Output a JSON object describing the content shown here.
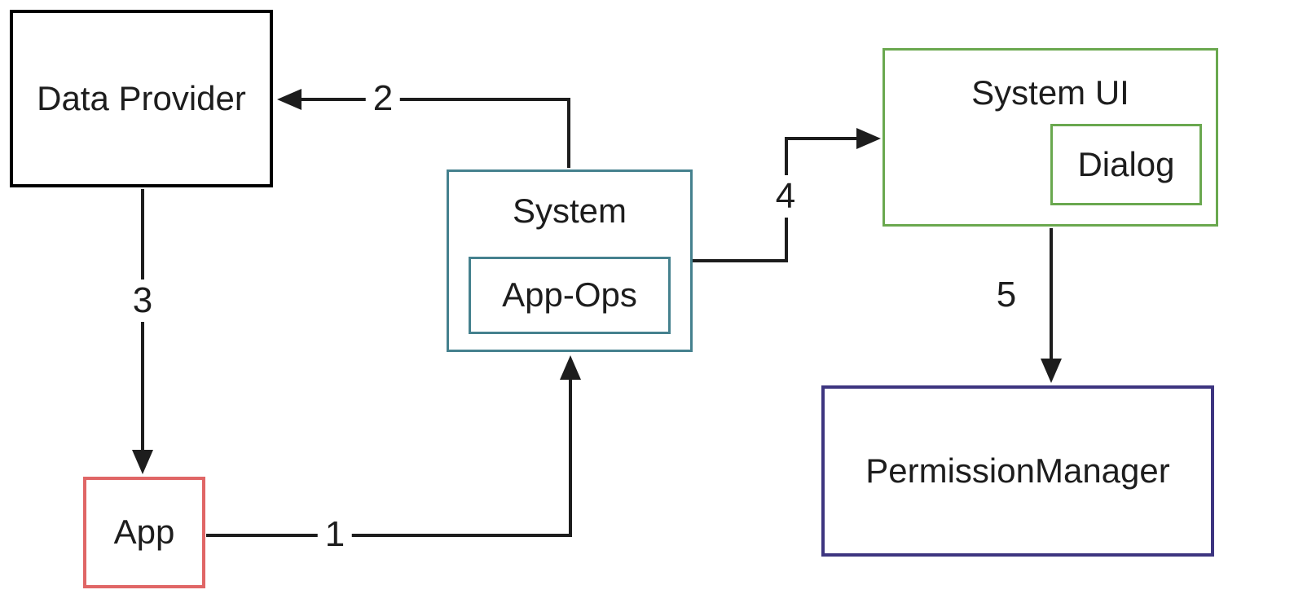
{
  "diagram": {
    "colors": {
      "line": "#1d1d1d",
      "text": "#1d1d1d",
      "black_box": "#000000",
      "red_box": "#e06666",
      "teal_box": "#45818e",
      "green_box": "#6aa84f",
      "purple_box": "#3d3580",
      "bg": "#ffffff"
    },
    "nodes": {
      "data_provider": {
        "label": "Data Provider"
      },
      "app": {
        "label": "App"
      },
      "system": {
        "label": "System"
      },
      "app_ops": {
        "label": "App-Ops"
      },
      "system_ui": {
        "label": "System UI"
      },
      "dialog": {
        "label": "Dialog"
      },
      "permission_manager": {
        "label": "PermissionManager"
      }
    },
    "edges": [
      {
        "label": "1",
        "from": "app",
        "to": "system"
      },
      {
        "label": "2",
        "from": "system",
        "to": "data_provider"
      },
      {
        "label": "3",
        "from": "data_provider",
        "to": "app"
      },
      {
        "label": "4",
        "from": "system",
        "to": "system_ui"
      },
      {
        "label": "5",
        "from": "system_ui",
        "to": "permission_manager"
      }
    ]
  }
}
